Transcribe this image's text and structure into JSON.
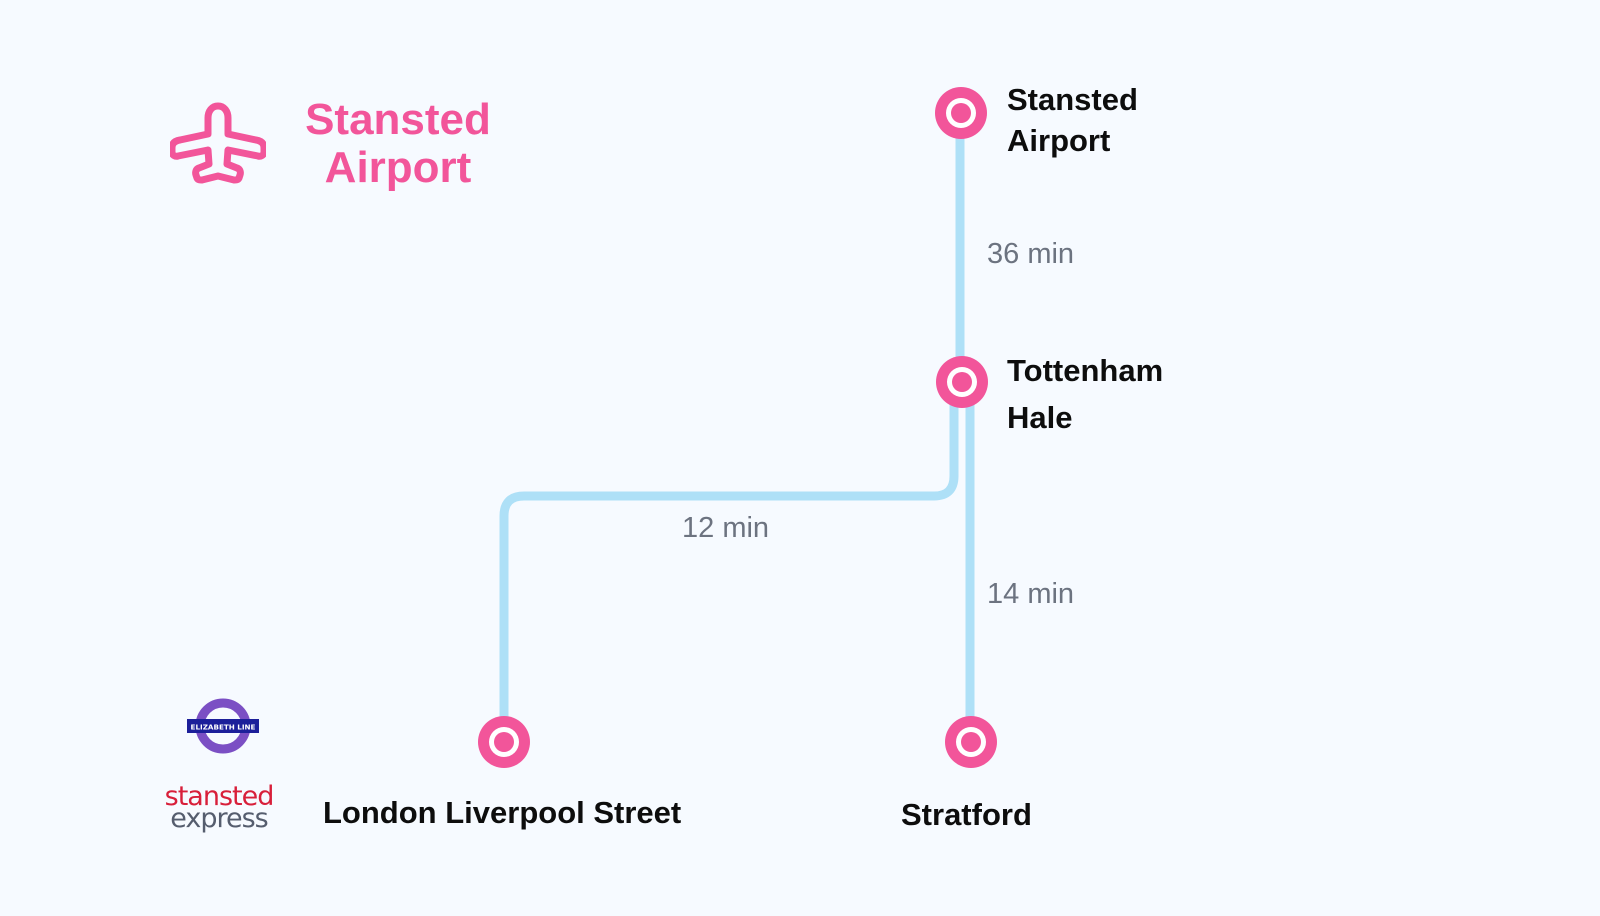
{
  "header": {
    "title_line1": "Stansted",
    "title_line2": "Airport",
    "icon": "airplane-icon",
    "accent_color": "#f2559a"
  },
  "stations": {
    "stansted": {
      "line1": "Stansted",
      "line2": "Airport"
    },
    "tottenham": {
      "line1": "Tottenham",
      "line2": "Hale"
    },
    "liverpool": {
      "name": "London Liverpool Street"
    },
    "stratford": {
      "name": "Stratford"
    }
  },
  "durations": {
    "stansted_to_tottenham": "36 min",
    "tottenham_to_liverpool": "12 min",
    "tottenham_to_stratford": "14 min"
  },
  "colors": {
    "route_line": "#aee0f7",
    "station_marker": "#f2559a",
    "station_text": "#0d0d0d",
    "duration_text": "#6c7380"
  },
  "logos": {
    "elizabeth_line": {
      "icon": "elizabeth-line-roundel-icon",
      "text": "ELIZABETH LINE"
    },
    "stansted_express": {
      "line1": "stansted",
      "line2": "express"
    }
  }
}
